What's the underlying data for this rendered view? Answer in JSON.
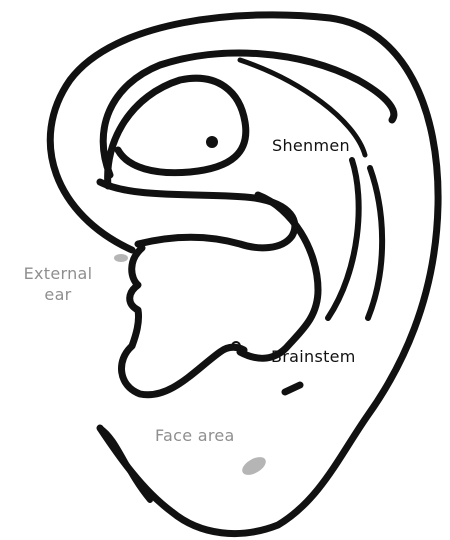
{
  "diagram": {
    "labels": {
      "shenmen": "Shenmen",
      "external_ear_line1": "External",
      "external_ear_line2": "ear",
      "brainstem": "Brainstem",
      "face_area": "Face area"
    },
    "colors": {
      "outline": "#111111",
      "point_marker": "#111111",
      "grey_marker": "#b5b5b5",
      "grey_label": "#8f8f8f"
    }
  }
}
